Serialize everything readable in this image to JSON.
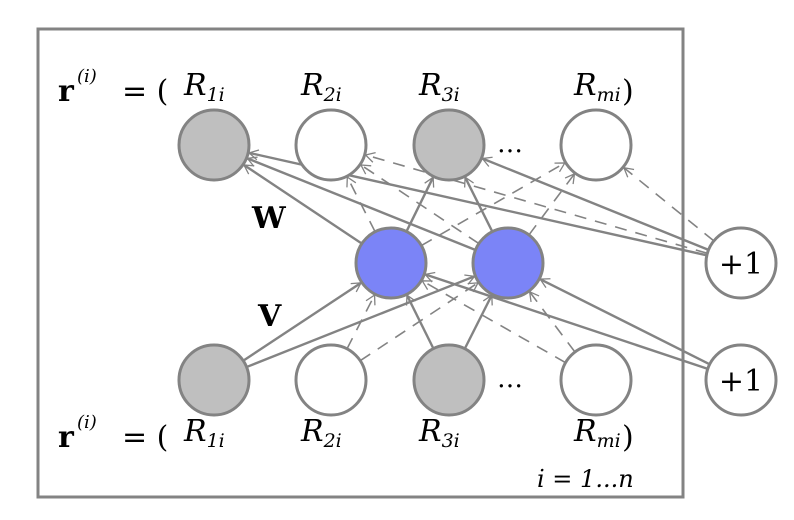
{
  "diagram": {
    "title": "AutoRec item-based autoencoder",
    "input_vector_label": {
      "lhs": "r",
      "superscript": "(i)",
      "eq": "= ("
    },
    "output_vector_label": {
      "lhs": "r",
      "superscript": "(i)",
      "eq": "= ("
    },
    "close_paren": ")",
    "ellipsis": "…",
    "plate_label": "i = 1...n",
    "weight_labels": {
      "encoder": "V",
      "decoder": "W"
    },
    "bias_label": "+1",
    "colors": {
      "observed_node": "#bfbfbf",
      "missing_node": "#ffffff",
      "hidden_node": "#7b84f7",
      "stroke": "#838383",
      "text": "#000000"
    },
    "output_nodes": [
      {
        "label": "R",
        "sub": "1i",
        "observed": true
      },
      {
        "label": "R",
        "sub": "2i",
        "observed": false
      },
      {
        "label": "R",
        "sub": "3i",
        "observed": true
      },
      {
        "label": "R",
        "sub": "mi",
        "observed": false
      }
    ],
    "input_nodes": [
      {
        "label": "R",
        "sub": "1i",
        "observed": true
      },
      {
        "label": "R",
        "sub": "2i",
        "observed": false
      },
      {
        "label": "R",
        "sub": "3i",
        "observed": true
      },
      {
        "label": "R",
        "sub": "mi",
        "observed": false
      }
    ],
    "hidden_nodes": [
      {
        "name": "h1"
      },
      {
        "name": "h2"
      }
    ],
    "bias_nodes": [
      {
        "name": "decoder-bias",
        "label": "+1"
      },
      {
        "name": "encoder-bias",
        "label": "+1"
      }
    ],
    "edges": {
      "encoder_solid": [
        [
          "in0",
          "h0"
        ],
        [
          "in0",
          "h1"
        ],
        [
          "in2",
          "h0"
        ],
        [
          "in2",
          "h1"
        ],
        [
          "bias_enc",
          "h0"
        ],
        [
          "bias_enc",
          "h1"
        ]
      ],
      "encoder_dashed": [
        [
          "in1",
          "h0"
        ],
        [
          "in1",
          "h1"
        ],
        [
          "in3",
          "h0"
        ],
        [
          "in3",
          "h1"
        ]
      ],
      "decoder_solid": [
        [
          "h0",
          "out0"
        ],
        [
          "h1",
          "out0"
        ],
        [
          "h0",
          "out2"
        ],
        [
          "h1",
          "out2"
        ],
        [
          "bias_dec",
          "out0"
        ],
        [
          "bias_dec",
          "out2"
        ]
      ],
      "decoder_dashed": [
        [
          "h0",
          "out1"
        ],
        [
          "h1",
          "out1"
        ],
        [
          "h0",
          "out3"
        ],
        [
          "h1",
          "out3"
        ],
        [
          "bias_dec",
          "out1"
        ],
        [
          "bias_dec",
          "out3"
        ]
      ]
    }
  }
}
